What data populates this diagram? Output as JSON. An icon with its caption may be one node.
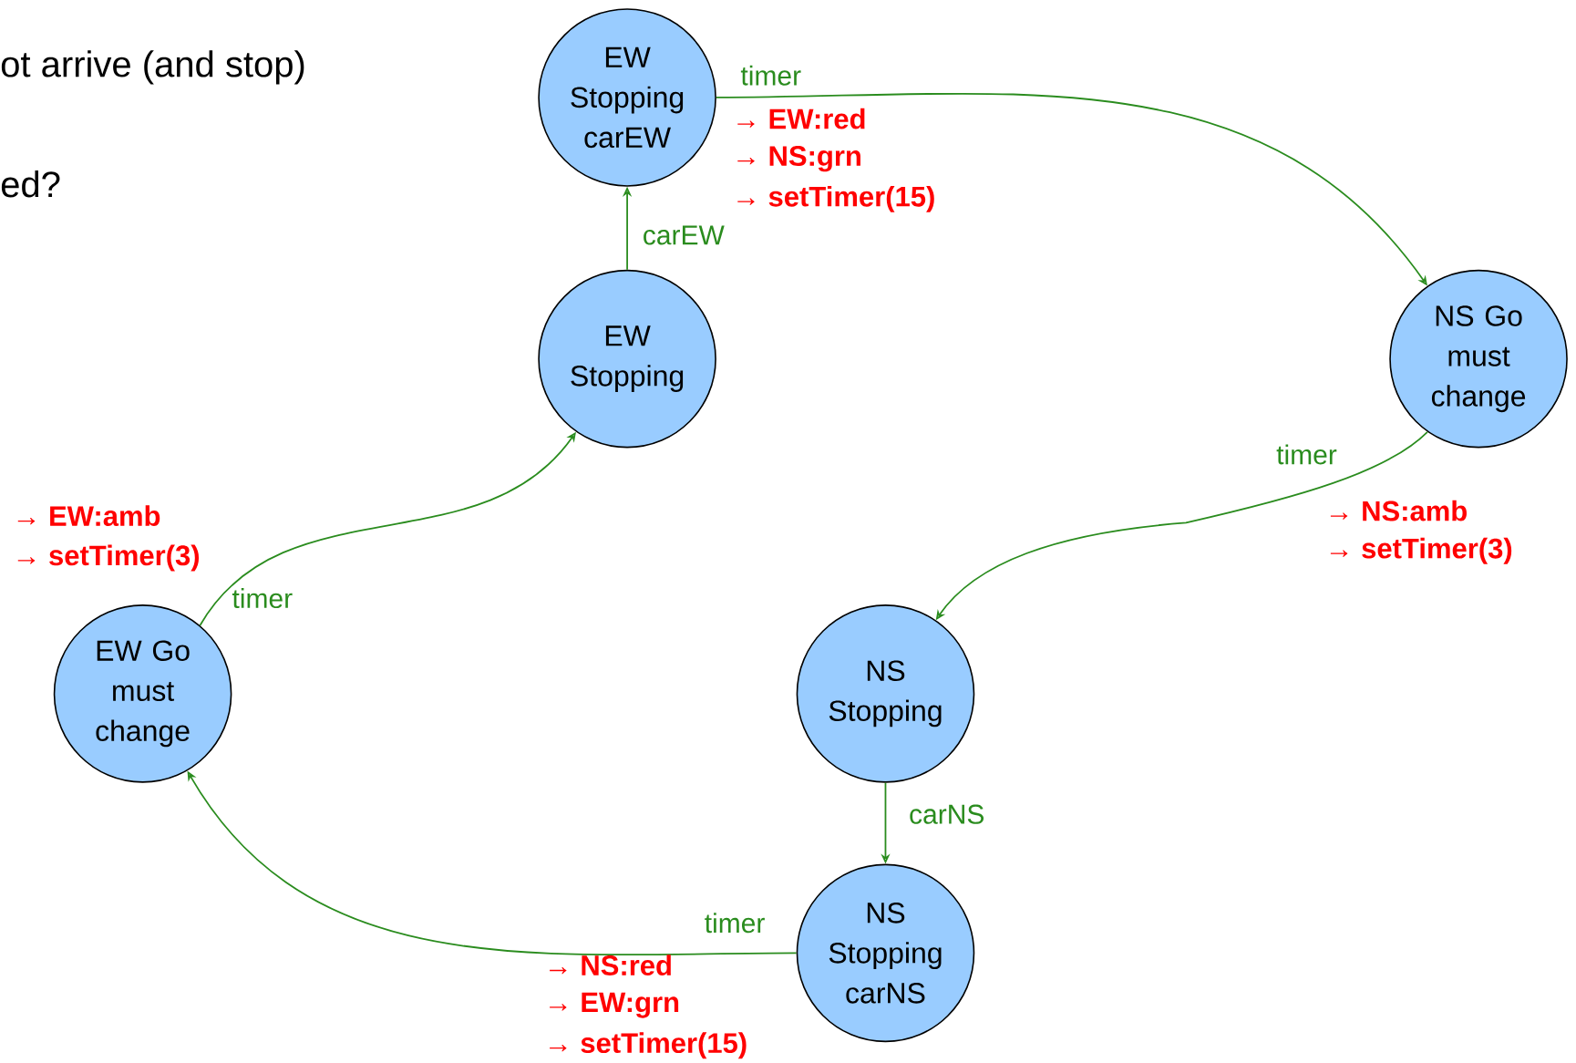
{
  "diagram": {
    "nodes": [
      {
        "text": [
          "EW Stopping carEW"
        ]
      },
      {
        "text": [
          "EW Stopping"
        ]
      },
      {
        "text": [
          "NS Go must change"
        ]
      },
      {
        "text": [
          "EW Go must change"
        ]
      },
      {
        "text": [
          "NS Stopping"
        ]
      },
      {
        "text": [
          "NS Stopping carNS"
        ]
      }
    ],
    "edges": [
      {
        "from": 1,
        "to": 0,
        "arrow": "to",
        "label": "carEW"
      },
      {
        "from": 0,
        "to": 2,
        "arrow": "to",
        "label": "timer"
      },
      {
        "from": 2,
        "to": 4,
        "arrow": "to",
        "label": "timer"
      },
      {
        "from": 4,
        "to": 5,
        "arrow": "to",
        "label": "carNS"
      },
      {
        "from": 5,
        "to": 3,
        "arrow": "to",
        "label": "timer"
      },
      {
        "from": 3,
        "to": 1,
        "arrow": "to",
        "label": "timer"
      }
    ],
    "labels": [
      "ot arrive (and stop)",
      "ed?",
      "→ EW:red",
      "→ NS:grn",
      "→ setTimer(15)",
      "→ NS:amb",
      "→ setTimer(3)",
      "→ EW:amb",
      "→ setTimer(3)",
      "→ NS:red",
      "→ EW:grn",
      "→ setTimer(15)"
    ]
  }
}
